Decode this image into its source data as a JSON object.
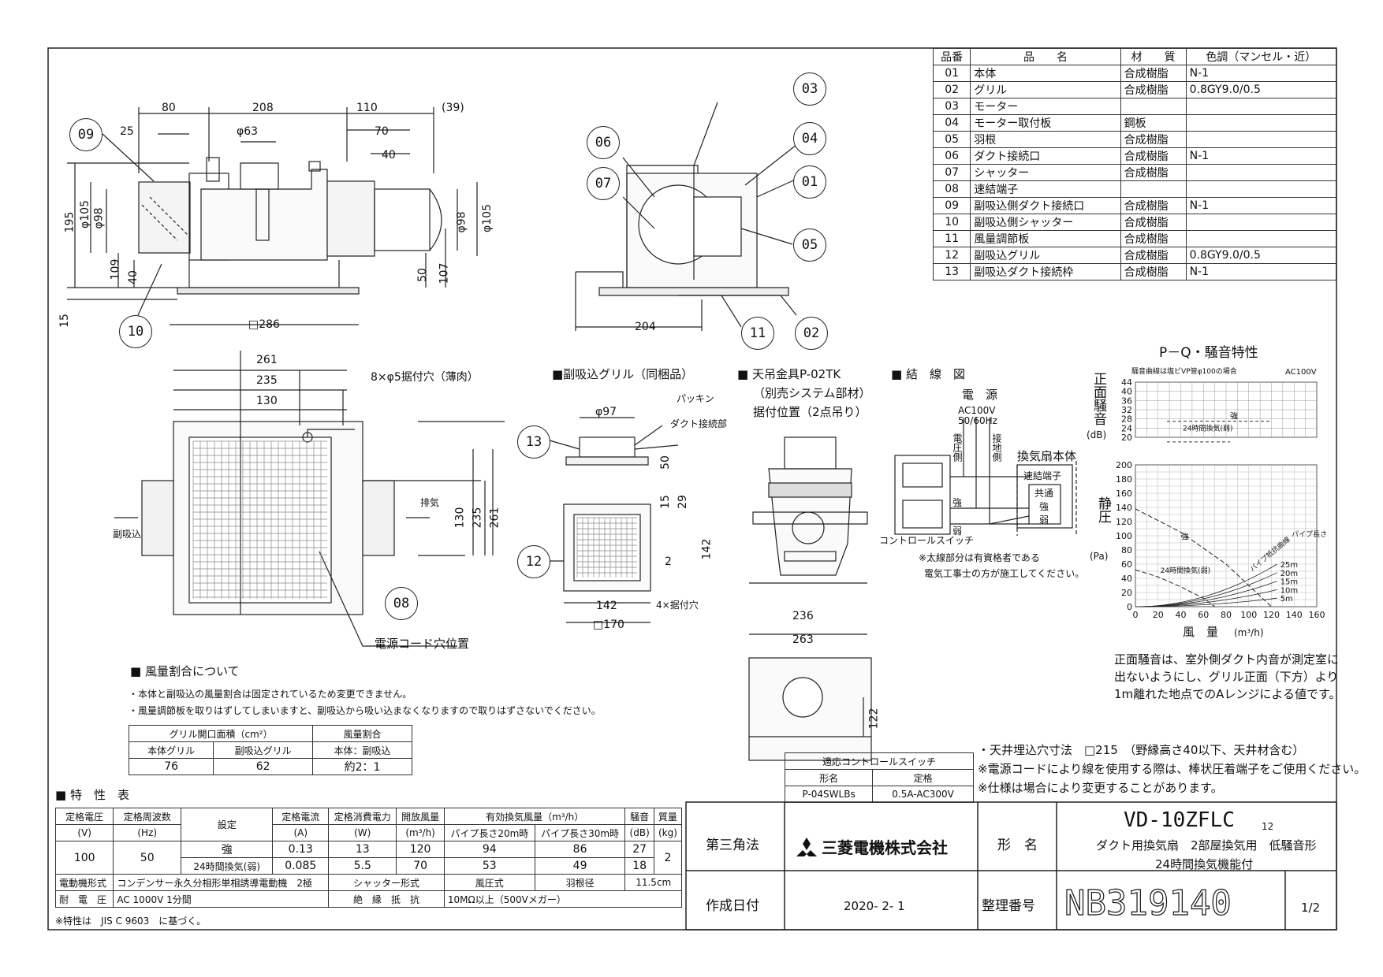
{
  "parts_table": {
    "headers": [
      "品番",
      "品　　名",
      "材　　質",
      "色調（マンセル・近）"
    ],
    "rows": [
      [
        "01",
        "本体",
        "合成樹脂",
        "N-1"
      ],
      [
        "02",
        "グリル",
        "合成樹脂",
        "0.8GY9.0/0.5"
      ],
      [
        "03",
        "モーター",
        "",
        ""
      ],
      [
        "04",
        "モーター取付板",
        "鋼板",
        ""
      ],
      [
        "05",
        "羽根",
        "合成樹脂",
        ""
      ],
      [
        "06",
        "ダクト接続口",
        "合成樹脂",
        "N-1"
      ],
      [
        "07",
        "シャッター",
        "合成樹脂",
        ""
      ],
      [
        "08",
        "速結端子",
        "",
        ""
      ],
      [
        "09",
        "副吸込側ダクト接続口",
        "合成樹脂",
        "N-1"
      ],
      [
        "10",
        "副吸込側シャッター",
        "合成樹脂",
        ""
      ],
      [
        "11",
        "風量調節板",
        "合成樹脂",
        ""
      ],
      [
        "12",
        "副吸込グリル",
        "合成樹脂",
        "0.8GY9.0/0.5"
      ],
      [
        "13",
        "副吸込ダクト接続枠",
        "合成樹脂",
        "N-1"
      ]
    ]
  },
  "side_view": {
    "dims_top": [
      "80",
      "208",
      "110",
      "(39)",
      "25",
      "φ63",
      "70",
      "40"
    ],
    "dims_left": [
      "195",
      "φ105",
      "φ98",
      "109",
      "40",
      "15"
    ],
    "dims_right": [
      "φ98",
      "φ105",
      "50",
      "107"
    ],
    "bottom": "□286",
    "callouts": [
      "09",
      "10"
    ]
  },
  "section_view": {
    "callouts": [
      "03",
      "04",
      "06",
      "07",
      "01",
      "05",
      "11",
      "02"
    ],
    "dim": "204"
  },
  "plan_view": {
    "dims": [
      "261",
      "235",
      "130",
      "8×φ5据付穴（薄肉）",
      "130",
      "235",
      "261"
    ],
    "inlet_label": "副吸込",
    "exhaust_label": "排気",
    "callouts": [
      "08"
    ],
    "cord_label": "電源コード穴位置"
  },
  "sub_grille": {
    "title": "■副吸込グリル（同梱品）",
    "labels": [
      "φ97",
      "パッキン",
      "ダクト接続部",
      "50",
      "15",
      "29",
      "2",
      "142",
      "142",
      "4×据付穴",
      "□170"
    ],
    "callouts": [
      "13",
      "12"
    ]
  },
  "hanger": {
    "title": "■ 天吊金具P-02TK",
    "sub1": "（別売システム部材）",
    "sub2": "据付位置（2点吊り）",
    "dims": [
      "236",
      "263",
      "122"
    ]
  },
  "wiring": {
    "title": "■ 結　線　図",
    "power": "電　源",
    "voltage": "AC100V",
    "freq": "50/60Hz",
    "voltage_side": "電圧側",
    "ground_side": "接地側",
    "unit": "換気扇本体",
    "terminal": "速結端子",
    "terms": [
      "共通",
      "強",
      "弱"
    ],
    "strong": "強",
    "weak": "弱",
    "switch": "コントロールスイッチ",
    "note1": "※太線部分は有資格者である",
    "note2": "電気工事士の方が施工してください。"
  },
  "airflow": {
    "title": "■ 風量割合について",
    "notes": [
      "・本体と副吸込の風量割合は固定されているため変更できません。",
      "・風量調節板を取りはずしてしまいますと、副吸込から吸い込まなくなりますので取りはずさないでください。"
    ],
    "col1": "グリル開口面積（cm²）",
    "col2": "風量割合",
    "sub": [
      "本体グリル",
      "副吸込グリル",
      "本体：副吸込"
    ],
    "vals": [
      "76",
      "62",
      "約2：1"
    ]
  },
  "specs": {
    "title": "■ 特　性　表",
    "headers": [
      "定格電圧",
      "定格周波数",
      "設定",
      "定格電流",
      "定格消費電力",
      "開放風量",
      "有効換気風量（m³/h）",
      "騒音",
      "質量"
    ],
    "units": [
      "(V)",
      "(Hz)",
      "(A)",
      "(W)",
      "(m³/h)",
      "パイプ長さ20m時",
      "パイプ長さ30m時",
      "(dB)",
      "(kg)"
    ],
    "rows": [
      [
        "100",
        "50",
        "強",
        "0.13",
        "13",
        "120",
        "94",
        "86",
        "27",
        "2"
      ],
      [
        "",
        "",
        "24時間換気(弱)",
        "0.085",
        "5.5",
        "70",
        "53",
        "49",
        "18",
        ""
      ]
    ],
    "motor_label": "電動機形式",
    "motor": "コンデンサー永久分相形単相誘導電動機　2極",
    "shutter_label": "シャッター形式",
    "shutter": "風圧式",
    "blade_label": "羽根径",
    "blade": "11.5cm",
    "volt_label": "耐　電　圧",
    "volt": "AC 1000V 1分間",
    "ins_label": "絶　縁　抵　抗",
    "ins": "10MΩ以上（500Vメガー）",
    "note": "※特性は　JIS C 9603　に基づく。"
  },
  "control_switch": {
    "title": "適応コントロールスイッチ",
    "col1": "形名",
    "col2": "定格",
    "model": "P-04SWLBs",
    "rating": "0.5A-AC300V"
  },
  "notes": [
    "・天井埋込穴寸法　□215　（野縁高さ40以下、天井材含む）",
    "※電源コードにより線を使用する際は、棒状圧着端子をご使用ください。",
    "※仕様は場合により変更することがあります。"
  ],
  "pq_chart": {
    "title": "P－Q・騒音特性",
    "noise_label": "正面騒音",
    "noise_unit": "(dB)",
    "noise_header": "騒音曲線は塩ビVP管φ100の場合",
    "ac": "AC100V",
    "y1_ticks": [
      "44",
      "40",
      "36",
      "32",
      "28",
      "24",
      "20"
    ],
    "y2_ticks": [
      "200",
      "180",
      "160",
      "140",
      "120",
      "100",
      "80",
      "60",
      "40",
      "20",
      "0"
    ],
    "x_ticks": [
      "0",
      "20",
      "40",
      "60",
      "80",
      "100",
      "120",
      "140",
      "160"
    ],
    "static_label": "静圧",
    "pa": "(Pa)",
    "x_label": "風　量",
    "x_unit": "(m³/h)",
    "strong": "強",
    "weak": "24時間換気(弱)",
    "pipe_label": "パイプ長さ",
    "pipe_curve": "パイプ抵抗曲線",
    "pipe_lengths": [
      "25m",
      "20m",
      "15m",
      "10m",
      "5m"
    ],
    "note": [
      "正面騒音は、室外側ダクト内音が測定室に",
      "出ないようにし、グリル正面（下方）より",
      "1m離れた地点でのAレンジによる値です。"
    ]
  },
  "chart_data": {
    "type": "line",
    "title": "P－Q・騒音特性",
    "xlabel": "風　量 (m³/h)",
    "ylabel": "静圧 (Pa)",
    "xlim": [
      0,
      160
    ],
    "ylim": [
      0,
      200
    ],
    "series": [
      {
        "name": "強",
        "x": [
          0,
          40,
          80,
          100,
          120
        ],
        "y": [
          138,
          105,
          60,
          30,
          0
        ]
      },
      {
        "name": "24時間換気(弱)",
        "x": [
          0,
          20,
          40,
          60,
          70
        ],
        "y": [
          52,
          42,
          28,
          12,
          0
        ]
      }
    ],
    "noise": {
      "ylim": [
        20,
        44
      ],
      "series": [
        {
          "name": "強",
          "y": 27
        },
        {
          "name": "24時間換気(弱)",
          "y": 18
        }
      ]
    }
  },
  "title_block": {
    "angle": "第三角法",
    "company": "三菱電機株式会社",
    "model_label": "形　名",
    "model": "VD-10ZFLC",
    "model_sub": "12",
    "desc1": "ダクト用換気扇　2部屋換気用　低騒音形",
    "desc2": "24時間換気機能付",
    "date_label": "作成日付",
    "date": "2020- 2- 1",
    "num_label": "整理番号",
    "num": "NB319140",
    "page": "1/2"
  }
}
